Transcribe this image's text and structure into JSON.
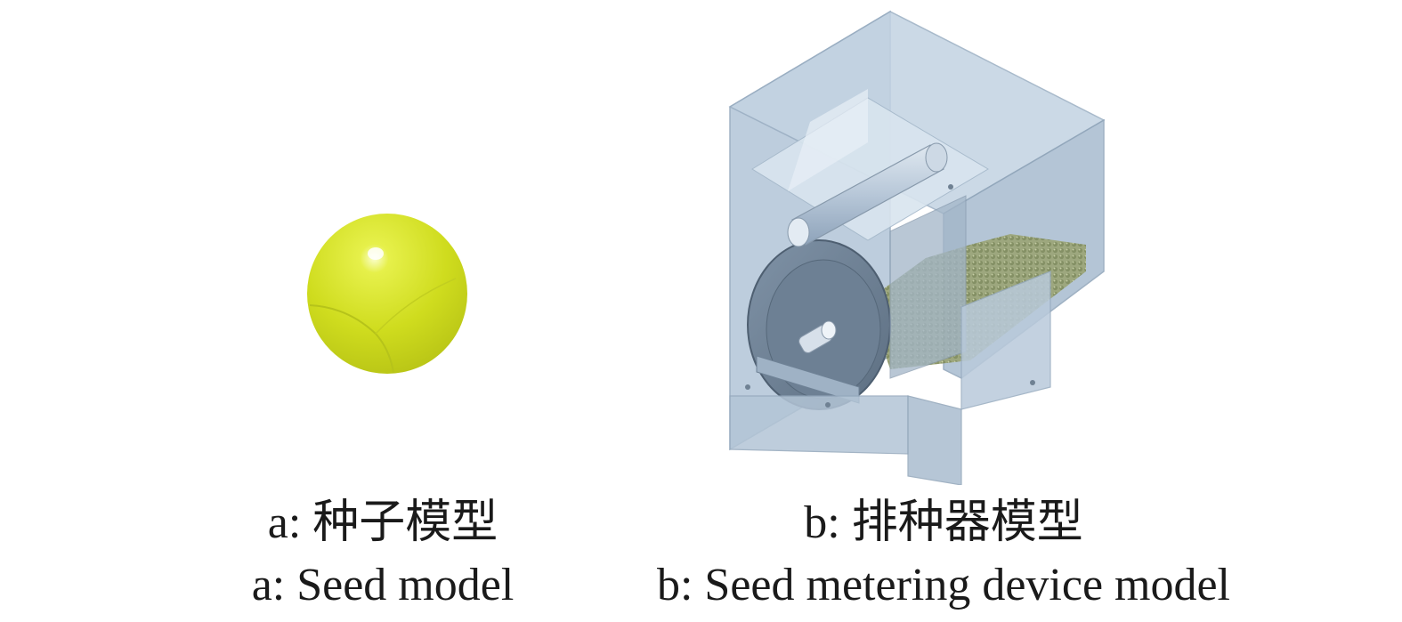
{
  "panel_a": {
    "caption_cn": "a: 种子模型",
    "caption_en": "a: Seed model",
    "seed_color": "#d4e22a"
  },
  "panel_b": {
    "caption_cn": "b: 排种器模型",
    "caption_en": "b: Seed metering device model",
    "housing_color": "#a9bfd6",
    "seed_fill_color": "#8f9a6a"
  }
}
